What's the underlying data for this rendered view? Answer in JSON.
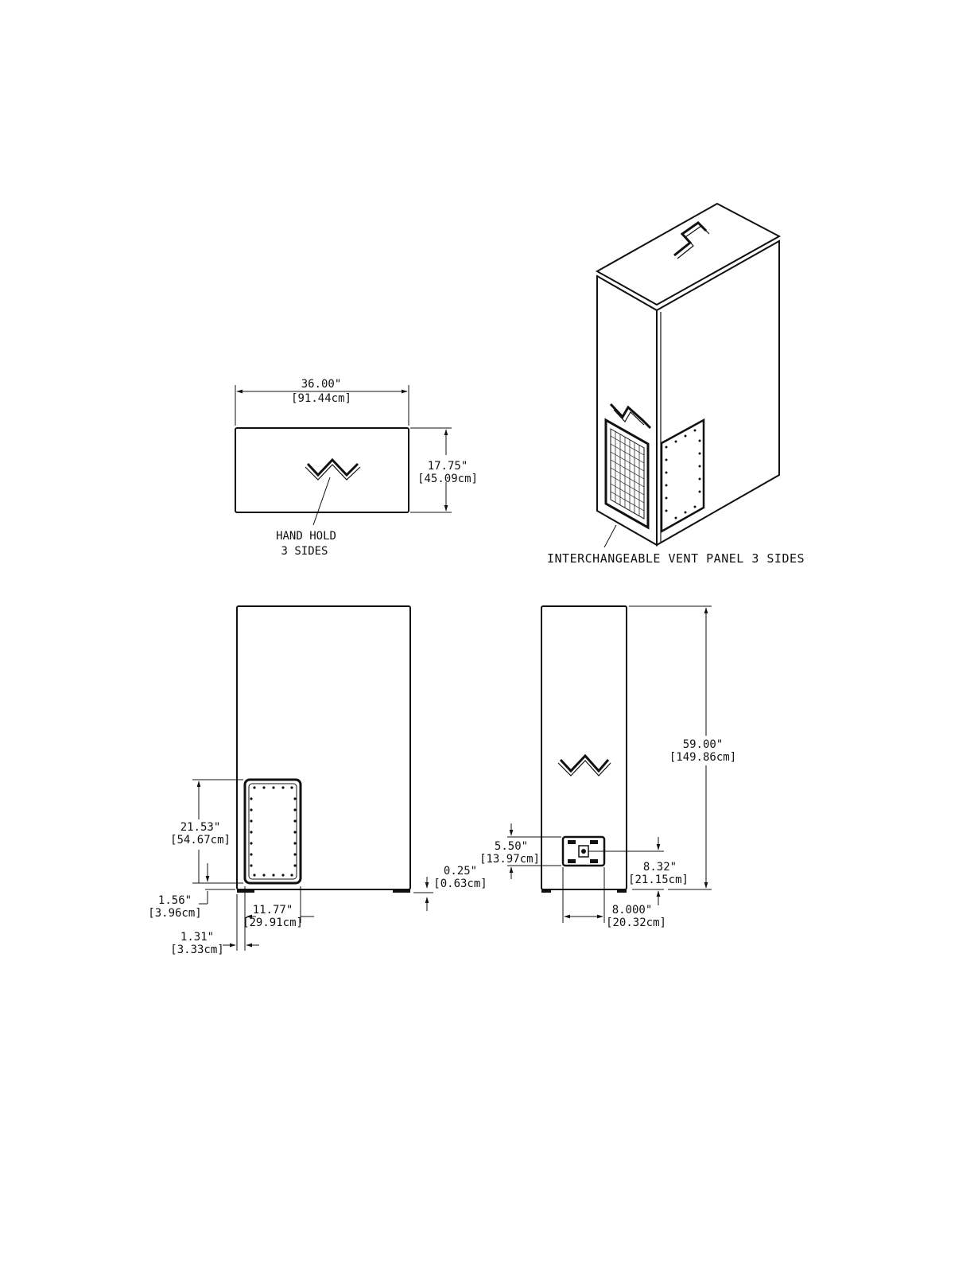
{
  "dimensions": {
    "width_top": {
      "in": "36.00\"",
      "cm": "[91.44cm]"
    },
    "depth_top": {
      "in": "17.75\"",
      "cm": "[45.09cm]"
    },
    "height_side": {
      "in": "59.00\"",
      "cm": "[149.86cm]"
    },
    "vent_height": {
      "in": "21.53\"",
      "cm": "[54.67cm]"
    },
    "vent_bottom_offset": {
      "in": "1.56\"",
      "cm": "[3.96cm]"
    },
    "vent_width": {
      "in": "11.77\"",
      "cm": "[29.91cm]"
    },
    "vent_left_offset": {
      "in": "1.31\"",
      "cm": "[3.33cm]"
    },
    "foot_height": {
      "in": "0.25\"",
      "cm": "[0.63cm]"
    },
    "plate_height": {
      "in": "5.50\"",
      "cm": "[13.97cm]"
    },
    "plate_elevation": {
      "in": "8.32\"",
      "cm": "[21.15cm]"
    },
    "plate_width": {
      "in": "8.000\"",
      "cm": "[20.32cm]"
    }
  },
  "notes": {
    "hand_hold_line1": "HAND HOLD",
    "hand_hold_line2": "3 SIDES",
    "vent_panel": "INTERCHANGEABLE VENT PANEL 3 SIDES"
  },
  "icons": [
    "hand-hold-icon",
    "vent-panel-icon",
    "connector-plate-icon"
  ]
}
